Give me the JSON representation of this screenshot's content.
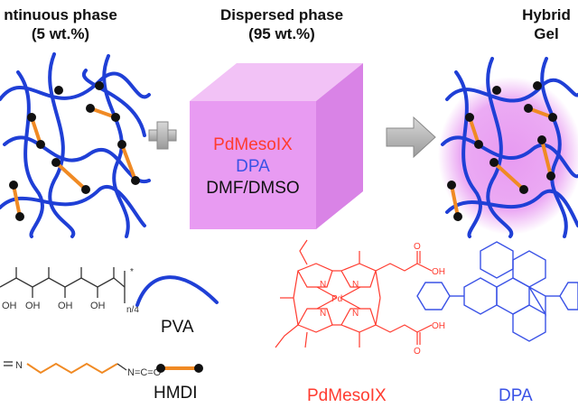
{
  "headers": {
    "continuous_line1": "ntinuous phase",
    "continuous_line2": "(5 wt.%)",
    "dispersed_line1": "Dispersed phase",
    "dispersed_line2": "(95 wt.%)",
    "hybrid_line1": "Hybrid",
    "hybrid_line2": "Gel"
  },
  "cube_text": {
    "line1": "PdMesoIX",
    "line2": "DPA",
    "line3": "DMF/DMSO"
  },
  "legend": {
    "pva": "PVA",
    "hmdi": "HMDI"
  },
  "structures": {
    "pva_oh": "OH",
    "pva_sub": "n/4",
    "pva_star": "*",
    "hmdi_n_left": "N",
    "hmdi_ncop": "N=C=O",
    "pd": "Pd",
    "n_atom": "N",
    "oh": "OH",
    "o": "O"
  },
  "captions": {
    "pdmesoix": "PdMesoIX",
    "dpa": "DPA"
  },
  "colors": {
    "polymer_blue": "#1f3fd6",
    "crosslink_orange": "#f08a24",
    "cube_magenta": "#e58ff0",
    "pdmeso_red": "#ff3b2f",
    "dpa_blue": "#3a52e6"
  }
}
